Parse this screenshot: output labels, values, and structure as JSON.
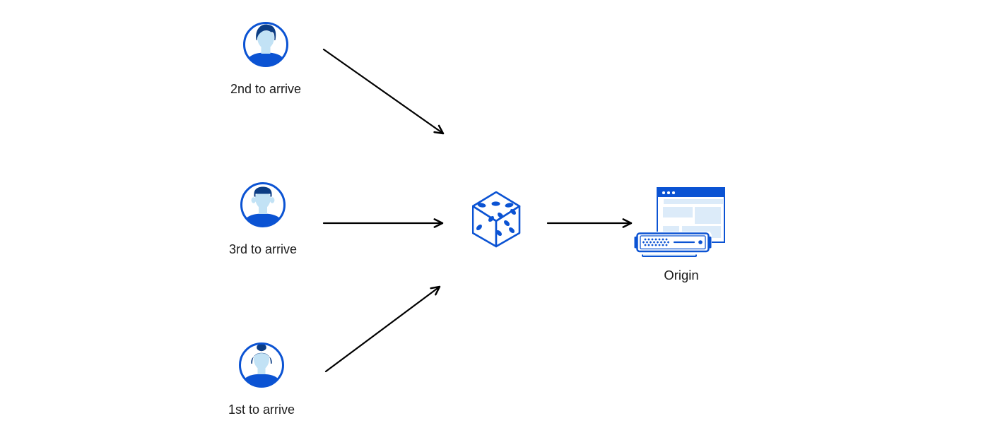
{
  "diagram": {
    "users": [
      {
        "label": "2nd to arrive",
        "icon": "man-avatar-swept-hair-icon"
      },
      {
        "label": "3rd to arrive",
        "icon": "man-avatar-flat-top-icon"
      },
      {
        "label": "1st to arrive",
        "icon": "woman-avatar-bun-icon"
      }
    ],
    "random_selector": {
      "icon": "dice-icon"
    },
    "origin": {
      "label": "Origin",
      "icons": [
        "browser-window-icon",
        "server-icon"
      ]
    },
    "connections": [
      {
        "from": "2nd to arrive",
        "to": "dice"
      },
      {
        "from": "3rd to arrive",
        "to": "dice"
      },
      {
        "from": "1st to arrive",
        "to": "dice"
      },
      {
        "from": "dice",
        "to": "Origin"
      }
    ]
  },
  "colors": {
    "brand_blue": "#0b53d3",
    "dark_navy": "#0c3d84",
    "face_light_blue": "#c2e2f5",
    "panel_light_blue": "#dcebf9",
    "server_base_blue": "#cde4f7",
    "arrow_black": "#000000",
    "text_color": "#1b1b1b",
    "background": "#ffffff"
  }
}
